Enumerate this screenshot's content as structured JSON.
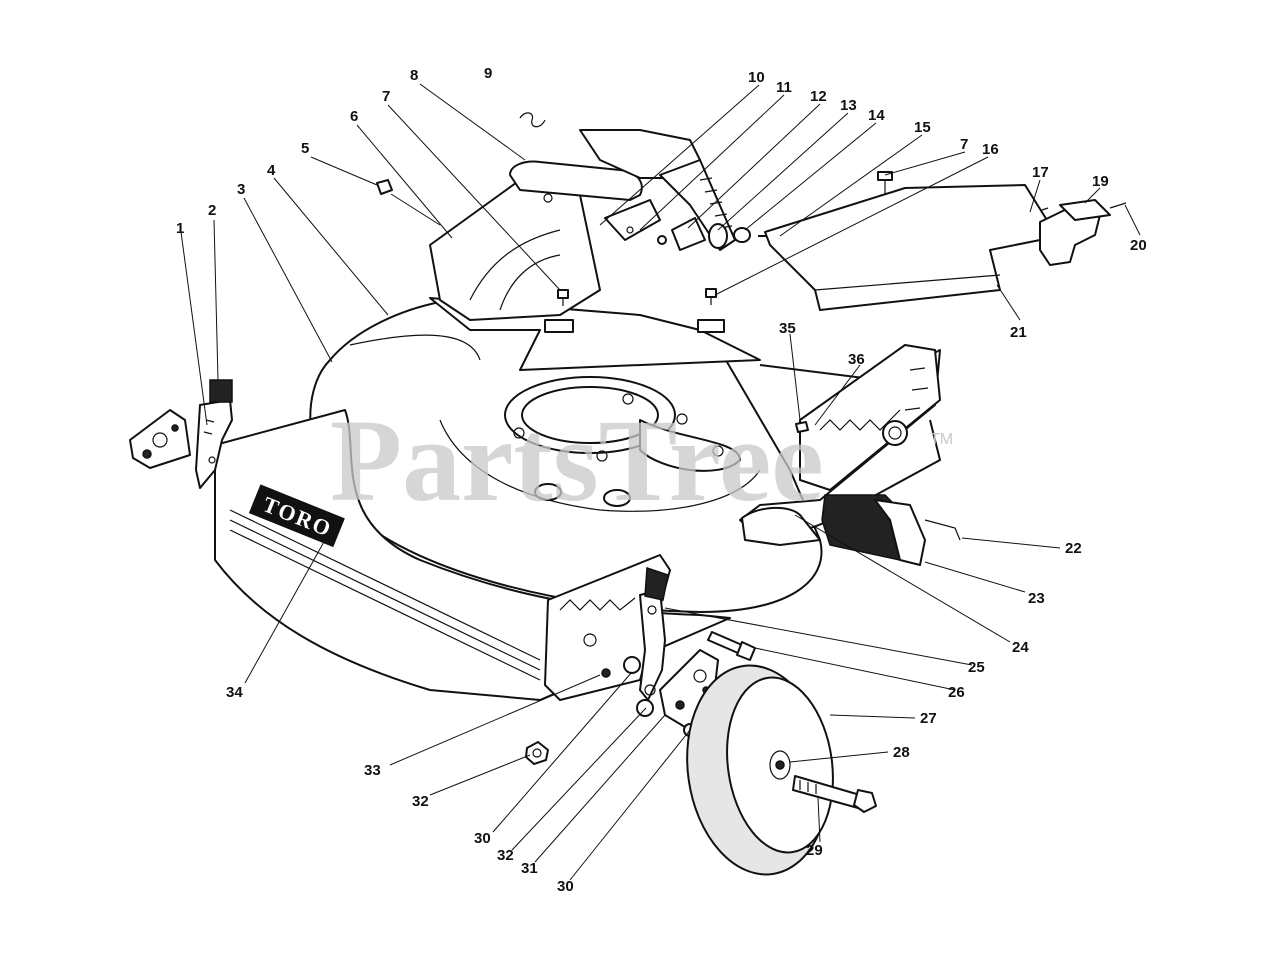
{
  "watermark": {
    "text": "PartsTree",
    "tm": "TM"
  },
  "deck_logo": "TORO",
  "callouts": [
    {
      "id": "c1",
      "label": "1"
    },
    {
      "id": "c2",
      "label": "2"
    },
    {
      "id": "c3",
      "label": "3"
    },
    {
      "id": "c4",
      "label": "4"
    },
    {
      "id": "c5",
      "label": "5"
    },
    {
      "id": "c6",
      "label": "6"
    },
    {
      "id": "c7a",
      "label": "7"
    },
    {
      "id": "c8",
      "label": "8"
    },
    {
      "id": "c9",
      "label": "9"
    },
    {
      "id": "c10",
      "label": "10"
    },
    {
      "id": "c11",
      "label": "11"
    },
    {
      "id": "c12",
      "label": "12"
    },
    {
      "id": "c13",
      "label": "13"
    },
    {
      "id": "c14",
      "label": "14"
    },
    {
      "id": "c15",
      "label": "15"
    },
    {
      "id": "c7b",
      "label": "7"
    },
    {
      "id": "c16",
      "label": "16"
    },
    {
      "id": "c17",
      "label": "17"
    },
    {
      "id": "c19",
      "label": "19"
    },
    {
      "id": "c20",
      "label": "20"
    },
    {
      "id": "c21",
      "label": "21"
    },
    {
      "id": "c35",
      "label": "35"
    },
    {
      "id": "c36",
      "label": "36"
    },
    {
      "id": "c22",
      "label": "22"
    },
    {
      "id": "c23",
      "label": "23"
    },
    {
      "id": "c24",
      "label": "24"
    },
    {
      "id": "c25",
      "label": "25"
    },
    {
      "id": "c26",
      "label": "26"
    },
    {
      "id": "c27",
      "label": "27"
    },
    {
      "id": "c28",
      "label": "28"
    },
    {
      "id": "c29",
      "label": "29"
    },
    {
      "id": "c34",
      "label": "34"
    },
    {
      "id": "c33",
      "label": "33"
    },
    {
      "id": "c32a",
      "label": "32"
    },
    {
      "id": "c30a",
      "label": "30"
    },
    {
      "id": "c32b",
      "label": "32"
    },
    {
      "id": "c31",
      "label": "31"
    },
    {
      "id": "c30b",
      "label": "30"
    }
  ]
}
